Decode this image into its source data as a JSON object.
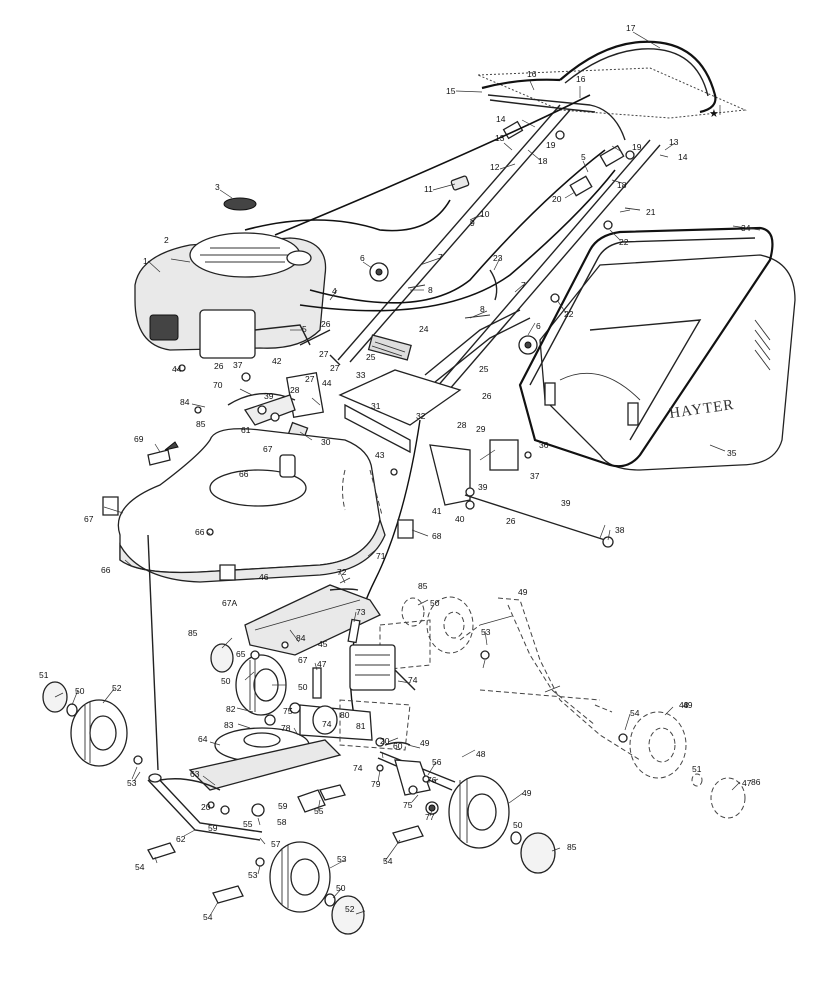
{
  "brand_text": "HAYTER",
  "callouts": [
    {
      "id": "c1",
      "text": "1"
    },
    {
      "id": "c2",
      "text": "2"
    },
    {
      "id": "c3",
      "text": "3"
    },
    {
      "id": "c4",
      "text": "4"
    },
    {
      "id": "c5a",
      "text": "5"
    },
    {
      "id": "c5b",
      "text": "5"
    },
    {
      "id": "c6a",
      "text": "6"
    },
    {
      "id": "c6b",
      "text": "6"
    },
    {
      "id": "c7a",
      "text": "7"
    },
    {
      "id": "c7b",
      "text": "7"
    },
    {
      "id": "c8a",
      "text": "8"
    },
    {
      "id": "c8b",
      "text": "8"
    },
    {
      "id": "c9",
      "text": "9"
    },
    {
      "id": "c10",
      "text": "10"
    },
    {
      "id": "c11",
      "text": "11"
    },
    {
      "id": "c12",
      "text": "12"
    },
    {
      "id": "c13a",
      "text": "13"
    },
    {
      "id": "c13b",
      "text": "13"
    },
    {
      "id": "c14a",
      "text": "14"
    },
    {
      "id": "c14b",
      "text": "14"
    },
    {
      "id": "c15",
      "text": "15"
    },
    {
      "id": "c16a",
      "text": "16"
    },
    {
      "id": "c16b",
      "text": "16"
    },
    {
      "id": "c17",
      "text": "17"
    },
    {
      "id": "c18a",
      "text": "18"
    },
    {
      "id": "c18b",
      "text": "18"
    },
    {
      "id": "c19a",
      "text": "19"
    },
    {
      "id": "c19b",
      "text": "19"
    },
    {
      "id": "c20a",
      "text": "20"
    },
    {
      "id": "c20b",
      "text": "20"
    },
    {
      "id": "c20c",
      "text": "20"
    },
    {
      "id": "c21",
      "text": "21"
    },
    {
      "id": "c22a",
      "text": "22"
    },
    {
      "id": "c22b",
      "text": "22"
    },
    {
      "id": "c23",
      "text": "23"
    },
    {
      "id": "c24",
      "text": "24"
    },
    {
      "id": "c25a",
      "text": "25"
    },
    {
      "id": "c25b",
      "text": "25"
    },
    {
      "id": "c26a",
      "text": "26"
    },
    {
      "id": "c26b",
      "text": "26"
    },
    {
      "id": "c26c",
      "text": "26"
    },
    {
      "id": "c26d",
      "text": "26"
    },
    {
      "id": "c27a",
      "text": "27"
    },
    {
      "id": "c27b",
      "text": "27"
    },
    {
      "id": "c27c",
      "text": "27"
    },
    {
      "id": "c28a",
      "text": "28"
    },
    {
      "id": "c28b",
      "text": "28"
    },
    {
      "id": "c29",
      "text": "29"
    },
    {
      "id": "c30",
      "text": "30"
    },
    {
      "id": "c31",
      "text": "31"
    },
    {
      "id": "c32",
      "text": "32"
    },
    {
      "id": "c33",
      "text": "33"
    },
    {
      "id": "c34",
      "text": "34"
    },
    {
      "id": "c35",
      "text": "35"
    },
    {
      "id": "c36",
      "text": "36"
    },
    {
      "id": "c37a",
      "text": "37"
    },
    {
      "id": "c37b",
      "text": "37"
    },
    {
      "id": "c38",
      "text": "38"
    },
    {
      "id": "c39a",
      "text": "39"
    },
    {
      "id": "c39b",
      "text": "39"
    },
    {
      "id": "c39c",
      "text": "39"
    },
    {
      "id": "c40",
      "text": "40"
    },
    {
      "id": "c41",
      "text": "41"
    },
    {
      "id": "c42",
      "text": "42"
    },
    {
      "id": "c43",
      "text": "43"
    },
    {
      "id": "c44a",
      "text": "44"
    },
    {
      "id": "c44b",
      "text": "44"
    },
    {
      "id": "c45",
      "text": "45"
    },
    {
      "id": "c46",
      "text": "46"
    },
    {
      "id": "c47a",
      "text": "47"
    },
    {
      "id": "c47b",
      "text": "47"
    },
    {
      "id": "c48a",
      "text": "48"
    },
    {
      "id": "c48b",
      "text": "48"
    },
    {
      "id": "c49a",
      "text": "49"
    },
    {
      "id": "c49b",
      "text": "49"
    },
    {
      "id": "c49c",
      "text": "49"
    },
    {
      "id": "c49d",
      "text": "49"
    },
    {
      "id": "c50a",
      "text": "50"
    },
    {
      "id": "c50b",
      "text": "50"
    },
    {
      "id": "c50c",
      "text": "50"
    },
    {
      "id": "c50d",
      "text": "50"
    },
    {
      "id": "c50e",
      "text": "50"
    },
    {
      "id": "c50f",
      "text": "50"
    },
    {
      "id": "c51a",
      "text": "51"
    },
    {
      "id": "c51b",
      "text": "51"
    },
    {
      "id": "c52a",
      "text": "52"
    },
    {
      "id": "c52b",
      "text": "52"
    },
    {
      "id": "c53a",
      "text": "53"
    },
    {
      "id": "c53b",
      "text": "53"
    },
    {
      "id": "c53c",
      "text": "53"
    },
    {
      "id": "c53d",
      "text": "53"
    },
    {
      "id": "c54a",
      "text": "54"
    },
    {
      "id": "c54b",
      "text": "54"
    },
    {
      "id": "c54c",
      "text": "54"
    },
    {
      "id": "c54d",
      "text": "54"
    },
    {
      "id": "c55a",
      "text": "55"
    },
    {
      "id": "c55b",
      "text": "55"
    },
    {
      "id": "c56",
      "text": "56"
    },
    {
      "id": "c57",
      "text": "57"
    },
    {
      "id": "c58",
      "text": "58"
    },
    {
      "id": "c59a",
      "text": "59"
    },
    {
      "id": "c59b",
      "text": "59"
    },
    {
      "id": "c60",
      "text": "60"
    },
    {
      "id": "c61",
      "text": "61"
    },
    {
      "id": "c62",
      "text": "62"
    },
    {
      "id": "c63",
      "text": "63"
    },
    {
      "id": "c64",
      "text": "64"
    },
    {
      "id": "c65",
      "text": "65"
    },
    {
      "id": "c66a",
      "text": "66"
    },
    {
      "id": "c66b",
      "text": "66"
    },
    {
      "id": "c66c",
      "text": "66"
    },
    {
      "id": "c67a",
      "text": "67"
    },
    {
      "id": "c67b",
      "text": "67"
    },
    {
      "id": "c67c",
      "text": "67"
    },
    {
      "id": "c67d",
      "text": "67A"
    },
    {
      "id": "c68",
      "text": "68"
    },
    {
      "id": "c69",
      "text": "69"
    },
    {
      "id": "c70",
      "text": "70"
    },
    {
      "id": "c71",
      "text": "71"
    },
    {
      "id": "c72",
      "text": "72"
    },
    {
      "id": "c73",
      "text": "73"
    },
    {
      "id": "c74a",
      "text": "74"
    },
    {
      "id": "c74b",
      "text": "74"
    },
    {
      "id": "c74c",
      "text": "74"
    },
    {
      "id": "c75a",
      "text": "75"
    },
    {
      "id": "c75b",
      "text": "75"
    },
    {
      "id": "c76",
      "text": "76"
    },
    {
      "id": "c77",
      "text": "77"
    },
    {
      "id": "c78",
      "text": "78"
    },
    {
      "id": "c79",
      "text": "79"
    },
    {
      "id": "c80",
      "text": "80"
    },
    {
      "id": "c81",
      "text": "81"
    },
    {
      "id": "c82",
      "text": "82"
    },
    {
      "id": "c83",
      "text": "83"
    },
    {
      "id": "c84a",
      "text": "84"
    },
    {
      "id": "c84b",
      "text": "84"
    },
    {
      "id": "c85a",
      "text": "85"
    },
    {
      "id": "c85b",
      "text": "85"
    },
    {
      "id": "c85c",
      "text": "85"
    },
    {
      "id": "c85d",
      "text": "85"
    },
    {
      "id": "c86",
      "text": "86"
    }
  ]
}
